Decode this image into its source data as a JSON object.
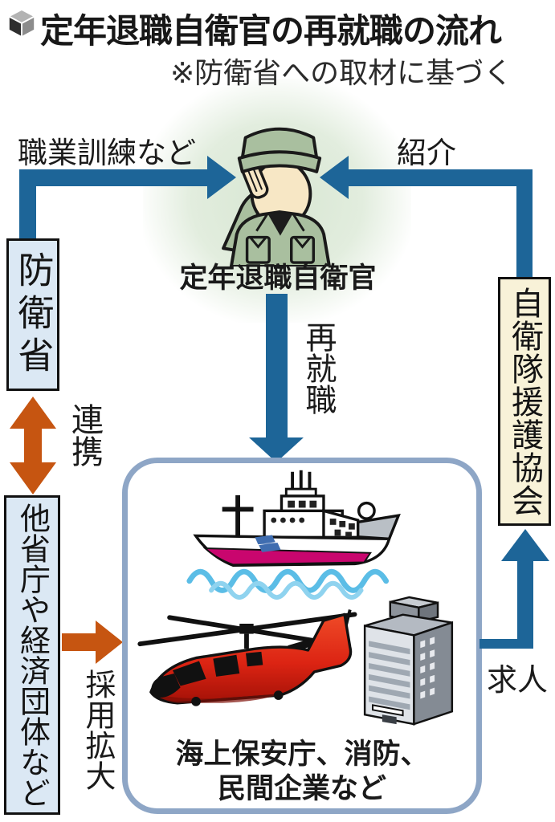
{
  "title": {
    "text": "定年退職自衛官の再就職の流れ",
    "note": "※防衛省への取材に基づく"
  },
  "person": {
    "label": "定年退職自衛官"
  },
  "labels": {
    "training": "職業訓練など",
    "introduction": "紹介",
    "reemployment": "再就職",
    "cooperation": "連携",
    "hiring_expansion": "採用拡大",
    "job_offers": "求人"
  },
  "boxes": {
    "defense_ministry": "防衛省",
    "other_organizations": "他省庁や経済団体など",
    "support_association": "自衛隊援護協会"
  },
  "destination": {
    "caption_line1": "海上保安庁、消防、",
    "caption_line2": "民間企業など"
  },
  "icons": {
    "cube-icon": "3D cube title bullet",
    "soldier-icon": "saluting retired SDF officer",
    "ship-icon": "coast guard patrol vessel",
    "helicopter-icon": "red rescue helicopter",
    "office-building-icon": "office building"
  },
  "colors": {
    "blue": "#1d6598",
    "orange": "#c65511",
    "light_blue_fill": "#dbe8f4",
    "cream_fill": "#f8f2d8",
    "frame_border": "#8ea6c6",
    "halo_green": "#d7e6d2"
  }
}
